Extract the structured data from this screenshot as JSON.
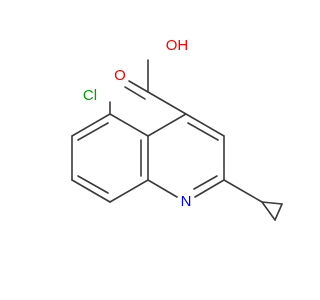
{
  "molecule": {
    "atoms": {
      "hydroxyl": "OH",
      "carbonyl_oxygen": "O",
      "chlorine": "Cl",
      "ring_nitrogen": "N"
    },
    "colors": {
      "oxygen": "#ff0000",
      "chlorine": "#00a000",
      "nitrogen": "#0000ff",
      "bond": "#3a3a3a"
    }
  }
}
